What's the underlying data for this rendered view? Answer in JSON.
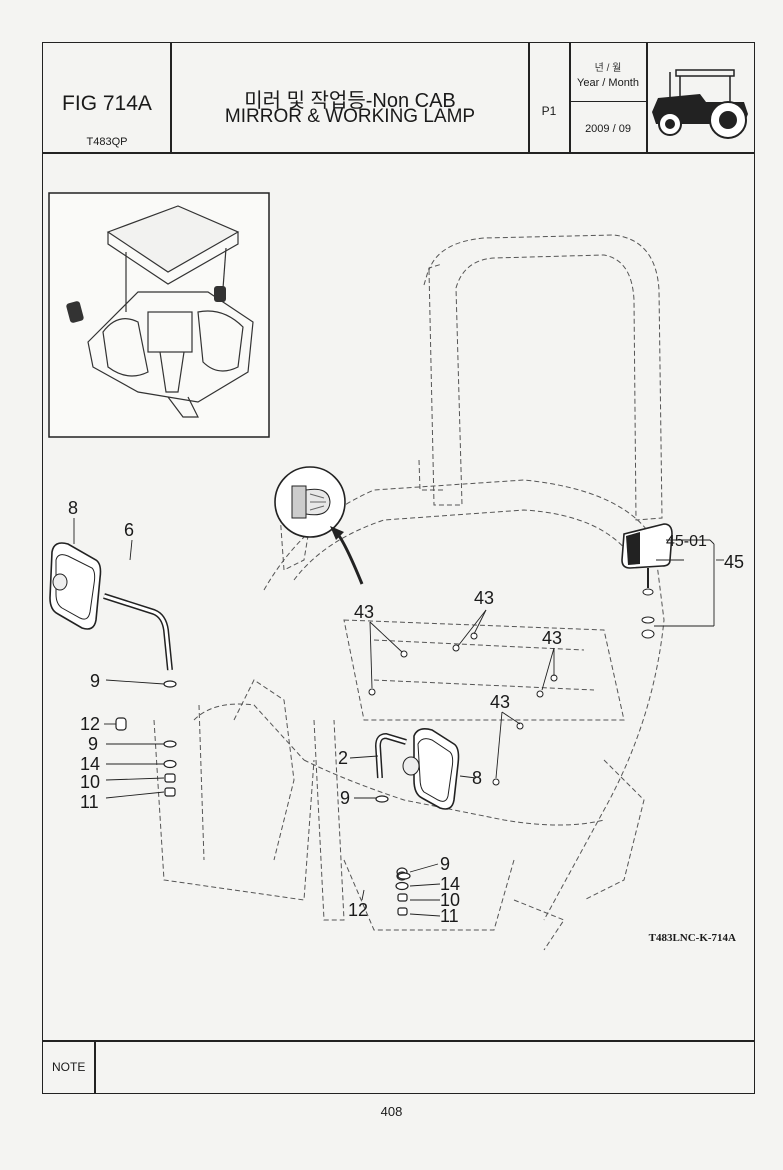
{
  "header": {
    "fig_no": "FIG 714A",
    "model_code": "T483QP",
    "title_ko": "미러 및 작업등-Non CAB",
    "title_en": "MIRROR & WORKING LAMP",
    "page": "P1",
    "year_month_ko": "년 / 월",
    "year_month_en": "Year / Month",
    "date": "2009  / 09"
  },
  "diagram": {
    "drawing_code": "T483LNC-K-714A",
    "callouts": [
      "8",
      "6",
      "9",
      "12",
      "9",
      "14",
      "10",
      "11",
      "43",
      "43",
      "43",
      "43",
      "45-01",
      "45",
      "2",
      "9",
      "8",
      "9",
      "14",
      "10",
      "11",
      "12"
    ]
  },
  "footer": {
    "note_label": "NOTE",
    "page_number": "408"
  }
}
